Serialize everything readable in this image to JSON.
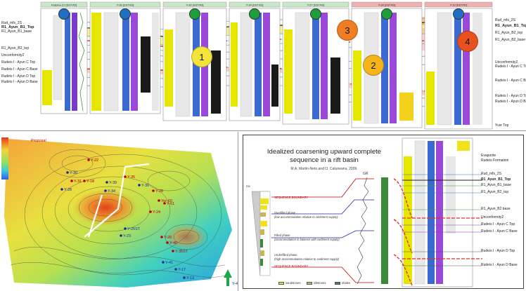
{
  "top_panel": {
    "wells": [
      {
        "title": "Fatema-21 [SSTVD]",
        "dot_color": "#1f6fc4"
      },
      {
        "title": "Y-36 [SSTVD]",
        "dot_color": "#1f6fc4"
      },
      {
        "title": "Y-30 [SSTVD]",
        "dot_color": "#1e9e3a"
      },
      {
        "title": "Y-34 [SSTVD]",
        "dot_color": "#1e9e3a"
      },
      {
        "title": "Y-27 [SSTVD]",
        "dot_color": "#1e9e3a"
      },
      {
        "title": "Y-28 [SSTVD]",
        "dot_color": "#1e9e3a"
      },
      {
        "title": "Y-10 [SSTVD]",
        "dot_color": "#1f6fc4"
      }
    ],
    "left_labels": [
      {
        "text": "Rud_mfs_2S",
        "bold": false
      },
      {
        "text": "R1_Ayun_B1_Top",
        "bold": true
      },
      {
        "text": "R1_Ayun_B1_base",
        "bold": false
      },
      {
        "text": "R1_Ayun_B2_top",
        "bold": false
      },
      {
        "text": "Unconformity2",
        "bold": false
      },
      {
        "text": "Rudeis I - Ayun C Top",
        "bold": false
      },
      {
        "text": "Rudeis I - Ayun C Base",
        "bold": false
      },
      {
        "text": "Rudeis I - Ayun D Top",
        "bold": false
      },
      {
        "text": "Rudeis I - Ayun D Base",
        "bold": false
      }
    ],
    "right_labels": [
      {
        "text": "Rud_mfs_2S",
        "bold": false
      },
      {
        "text": "R1_Ayun_B1_Top",
        "bold": true
      },
      {
        "text": "R1_Ayun_B2_top",
        "bold": false
      },
      {
        "text": "R1_Ayun_B2_base",
        "bold": false
      },
      {
        "text": "Unconformity2",
        "bold": false
      },
      {
        "text": "Rudeis I - Ayun C Top",
        "bold": false
      },
      {
        "text": "Rudeis I - Ayun C Base",
        "bold": false
      },
      {
        "text": "Rudeis I - Ayun D Top",
        "bold": false
      },
      {
        "text": "Rudeis I - Ayun D Base",
        "bold": false
      },
      {
        "text": "Yusr Top",
        "bold": false
      }
    ],
    "markers": [
      {
        "number": "1",
        "color": "#f3e33a"
      },
      {
        "number": "2",
        "color": "#f4b41a"
      },
      {
        "number": "3",
        "color": "#f07d22"
      },
      {
        "number": "4",
        "color": "#e8501e"
      }
    ]
  },
  "map_panel": {
    "wells": [
      {
        "name": "Y-22",
        "color": "red"
      },
      {
        "name": "Y-30",
        "color": "blue"
      },
      {
        "name": "Y-31",
        "color": "red"
      },
      {
        "name": "Y-28",
        "color": "blue"
      },
      {
        "name": "Y-18",
        "color": "red"
      },
      {
        "name": "Y-35",
        "color": "red"
      },
      {
        "name": "Y-39",
        "color": "blue"
      },
      {
        "name": "Y-34",
        "color": "blue"
      },
      {
        "name": "Y-36",
        "color": "blue"
      },
      {
        "name": "Y-26",
        "color": "red"
      },
      {
        "name": "Yor-60",
        "color": "red"
      },
      {
        "name": "Y-61",
        "color": "red"
      },
      {
        "name": "Y-24",
        "color": "red"
      },
      {
        "name": "Y-25ST",
        "color": "blue"
      },
      {
        "name": "Y-23",
        "color": "blue"
      },
      {
        "name": "Y-20",
        "color": "red"
      },
      {
        "name": "Y-40",
        "color": "red"
      },
      {
        "name": "Y-35ST",
        "color": "red"
      },
      {
        "name": "Y-41",
        "color": "blue"
      },
      {
        "name": "Y-17",
        "color": "blue"
      },
      {
        "name": "Y-13",
        "color": "blue"
      }
    ],
    "corner_label": "Proposal",
    "north_label": "Y-4"
  },
  "seq_panel": {
    "title": "Idealized coarsening upward complete sequence in a rift basin",
    "citation": "M.A. Martin-Neto and O. Catuneanu, 2009.",
    "left_labels": [
      {
        "text": "SEQUENCE BOUNDARY",
        "style": "red"
      },
      {
        "text": "Overfilled phase",
        "style": "plain"
      },
      {
        "text": "(low accommodation relative to sediment supply)",
        "style": "italic"
      },
      {
        "text": "Filled phase",
        "style": "plain"
      },
      {
        "text": "(accommodation in balance with sediment supply)",
        "style": "italic"
      },
      {
        "text": "Underfilled phase",
        "style": "plain"
      },
      {
        "text": "(high accommodation relative to sediment supply)",
        "style": "italic"
      },
      {
        "text": "SEQUENCE BOUNDARY",
        "style": "red"
      }
    ],
    "legend": [
      {
        "label": "sandstones",
        "color": "#f2e21a"
      },
      {
        "label": "siltstones",
        "color": "#c9b65a"
      },
      {
        "label": "shales",
        "color": "#3a8a3a"
      }
    ],
    "column_label": "Cic",
    "gr_label": "GR",
    "right_labels": [
      {
        "text": "Evaporite",
        "bold": false
      },
      {
        "text": "Rudeis Formation",
        "bold": false
      },
      {
        "text": "Rud_mfs_2S",
        "bold": false
      },
      {
        "text": "R1_Ayun_B1_Top",
        "bold": true
      },
      {
        "text": "R1_Ayun_B1_base",
        "bold": false
      },
      {
        "text": "R1_Ayun_B2_top",
        "bold": false
      },
      {
        "text": "R1_Ayun_B2 base",
        "bold": false
      },
      {
        "text": "Unconformity2",
        "bold": false
      },
      {
        "text": "Rudeis I - Ayun C Top",
        "bold": false
      },
      {
        "text": "Rudeis I - Ayun C Base",
        "bold": false
      },
      {
        "text": "Rudeis I - Ayun D Top",
        "bold": false
      },
      {
        "text": "Rudeis I - Ayun D Base",
        "bold": false
      }
    ]
  }
}
